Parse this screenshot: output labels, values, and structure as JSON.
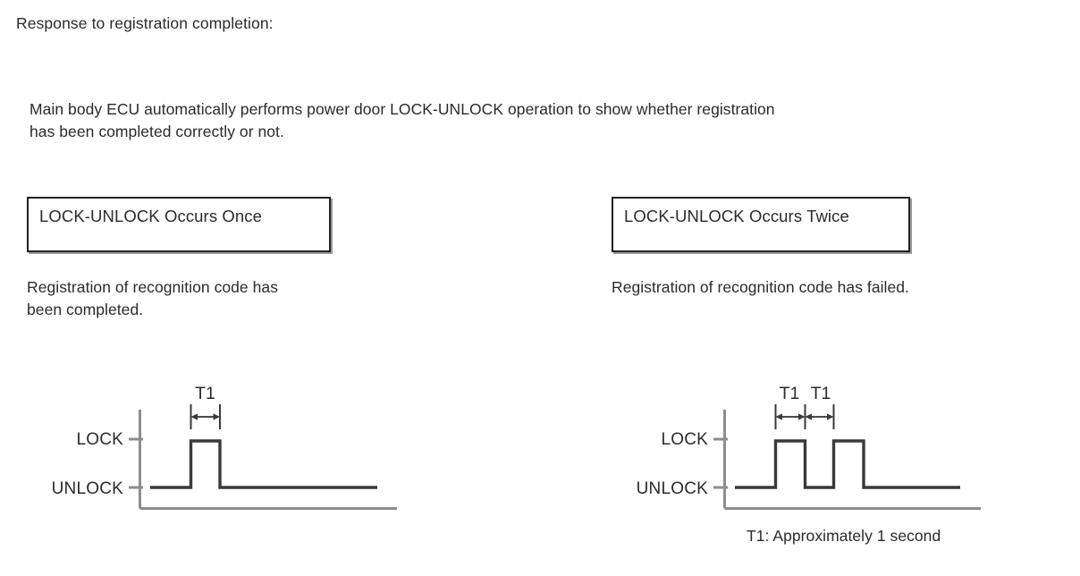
{
  "heading": "Response to registration completion:",
  "intro": {
    "line1": "Main body ECU automatically performs power door LOCK-UNLOCK operation to show whether registration",
    "line2": "has been completed correctly or not."
  },
  "outcomes": {
    "success": {
      "box_label": "LOCK-UNLOCK Occurs Once",
      "caption_line1": "Registration of recognition code has",
      "caption_line2": "been completed."
    },
    "failure": {
      "box_label": "LOCK-UNLOCK Occurs Twice",
      "caption_line1": "Registration of recognition code has failed.",
      "caption_line2": ""
    }
  },
  "waveforms": {
    "level_high_label": "LOCK",
    "level_low_label": "UNLOCK",
    "dimension_label": "T1",
    "success": {
      "pulse_count": 1,
      "dimension_markers": [
        "T1"
      ]
    },
    "failure": {
      "pulse_count": 2,
      "dimension_markers": [
        "T1",
        "T1"
      ]
    }
  },
  "footnote": "T1: Approximately 1 second",
  "colors": {
    "text": "#2b2b2b",
    "box_border": "#222222",
    "box_shadow": "#9a9a9a",
    "axis": "#8d8d8d",
    "signal": "#3a3a3a",
    "background": "#ffffff"
  },
  "chart_data": {
    "type": "line",
    "title": "LOCK-UNLOCK power door timing waveforms",
    "xlabel": "",
    "ylabel": "",
    "y_levels": [
      "UNLOCK",
      "LOCK"
    ],
    "annotations": [
      "T1",
      "T1: Approximately 1 second"
    ],
    "series": [
      {
        "name": "LOCK-UNLOCK Occurs Once",
        "description": "Registration of recognition code has been completed.",
        "pulses": 1,
        "x": [
          0,
          55,
          55,
          88,
          88,
          264
        ],
        "values": [
          "UNLOCK",
          "UNLOCK",
          "LOCK",
          "LOCK",
          "UNLOCK",
          "UNLOCK"
        ]
      },
      {
        "name": "LOCK-UNLOCK Occurs Twice",
        "description": "Registration of recognition code has failed.",
        "pulses": 2,
        "x": [
          0,
          55,
          55,
          88,
          88,
          122,
          122,
          155,
          155,
          264
        ],
        "values": [
          "UNLOCK",
          "UNLOCK",
          "LOCK",
          "LOCK",
          "UNLOCK",
          "UNLOCK",
          "LOCK",
          "LOCK",
          "UNLOCK",
          "UNLOCK"
        ]
      }
    ]
  }
}
